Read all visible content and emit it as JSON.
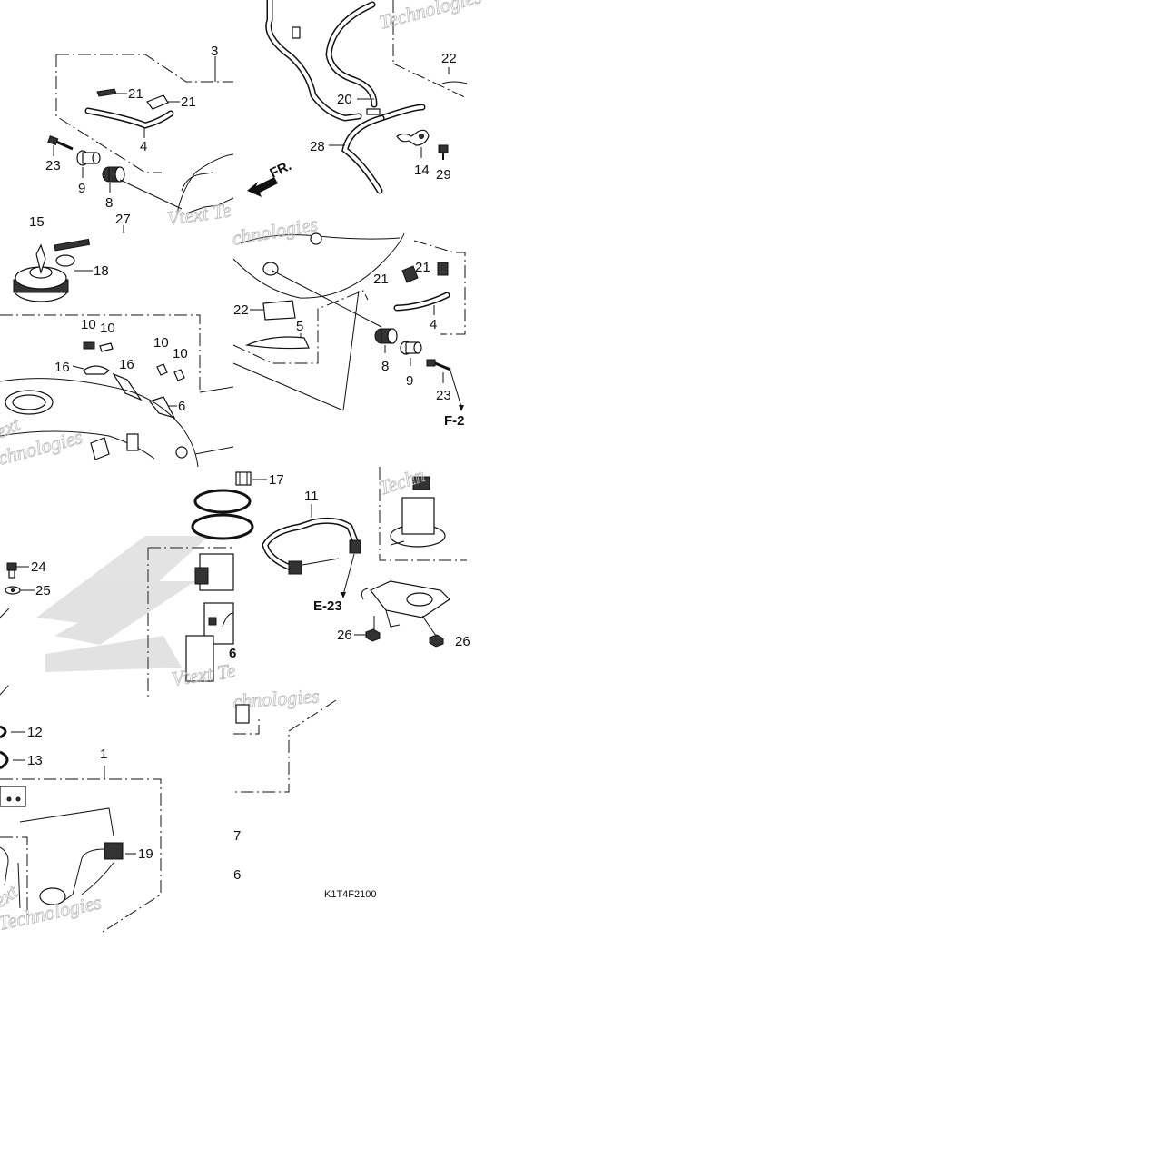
{
  "diagram": {
    "code": "K1T4F2100",
    "ref_labels": [
      "F-2",
      "E-23"
    ],
    "front_arrow": "FR.",
    "watermark_text": [
      "Technologies",
      "Vtext Te",
      "Vtext",
      "chnologies",
      "Techn",
      "ext"
    ],
    "callouts": {
      "c3": "3",
      "c21a": "21",
      "c21b": "21",
      "c4a": "4",
      "c23a": "23",
      "c9a": "9",
      "c8a": "8",
      "c27a": "27",
      "c15": "15",
      "c18": "18",
      "c10a": "10",
      "c10b": "10",
      "c10c": "10",
      "c10d": "10",
      "c16a": "16",
      "c16b": "16",
      "c6": "6",
      "c24": "24",
      "c25": "25",
      "c12": "12",
      "c13": "13",
      "c1": "1",
      "c19": "19",
      "c22a": "22",
      "c20": "20",
      "c28": "28",
      "c14": "14",
      "c29": "29",
      "c21c": "21",
      "c21d": "21",
      "c22b": "22",
      "c5": "5",
      "c4b": "4",
      "c8b": "8",
      "c9b": "9",
      "c23b": "23",
      "c17": "17",
      "c11": "11",
      "c26a": "26",
      "c26b": "26",
      "c16c": "6",
      "c7": "7",
      "c6b": "6"
    },
    "icons": [
      "fuel-tank",
      "fuel-cap-with-keys",
      "fuel-pump-assembly",
      "breather-hose",
      "fuel-feed-hose",
      "rubber-mount",
      "collar",
      "bolt",
      "setting-plate",
      "o-ring",
      "fuel-gauge-sender"
    ]
  }
}
